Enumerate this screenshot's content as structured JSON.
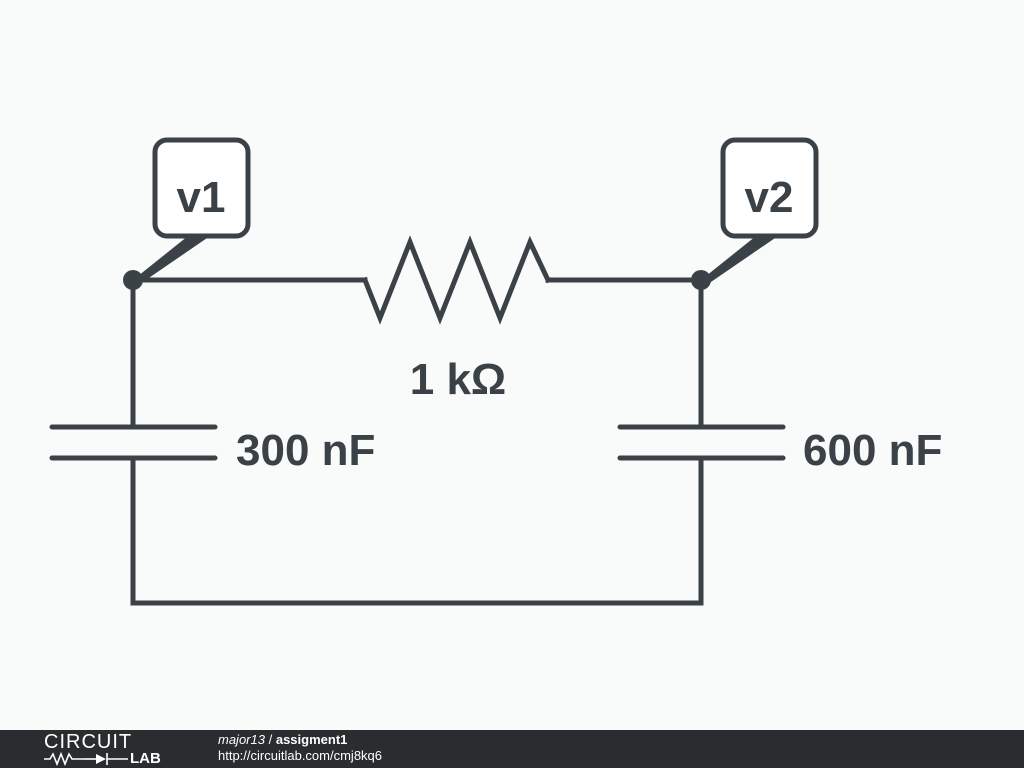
{
  "schematic": {
    "probes": [
      {
        "label": "v1"
      },
      {
        "label": "v2"
      }
    ],
    "resistor": {
      "value": "1 kΩ"
    },
    "capacitors": [
      {
        "value": "300 nF"
      },
      {
        "value": "600 nF"
      }
    ],
    "colors": {
      "ink": "#3a4247",
      "background": "#f9fafa",
      "footer": "#2a2d2f"
    }
  },
  "footer": {
    "logo_top": "CIRCUIT",
    "logo_bottom": "LAB",
    "author": "major13",
    "separator": "/",
    "title": "assigment1",
    "url": "http://circuitlab.com/cmj8kq6"
  }
}
